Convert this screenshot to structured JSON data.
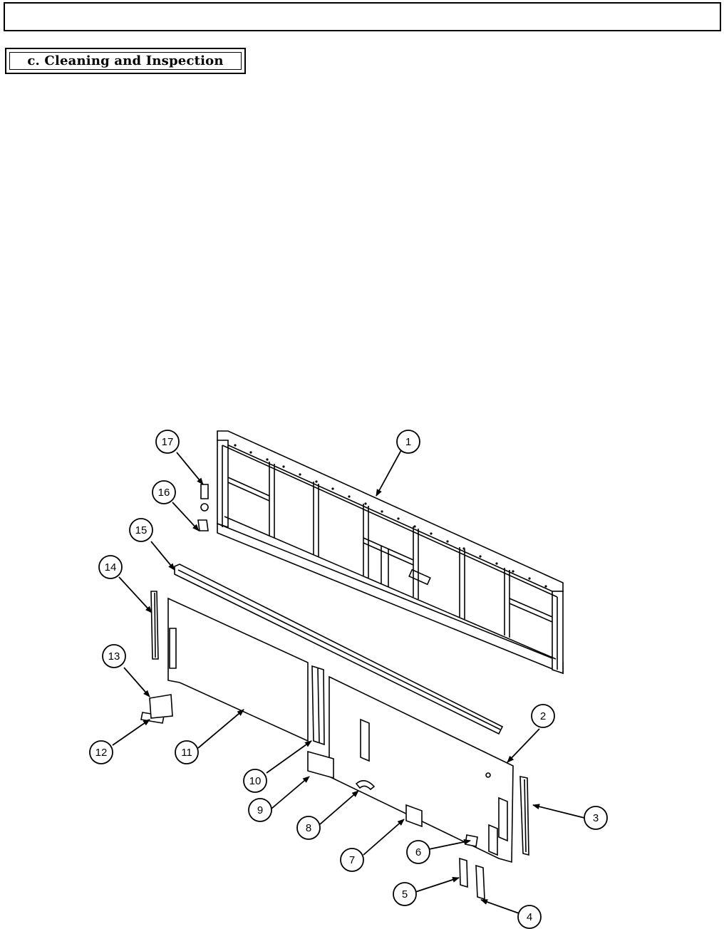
{
  "section": {
    "heading": "c. Cleaning and Inspection"
  },
  "figure": {
    "callouts": [
      "1",
      "2",
      "3",
      "4",
      "5",
      "6",
      "7",
      "8",
      "9",
      "10",
      "11",
      "12",
      "13",
      "14",
      "15",
      "16",
      "17"
    ]
  },
  "colors": {
    "ink": "#000000",
    "paper": "#ffffff"
  }
}
